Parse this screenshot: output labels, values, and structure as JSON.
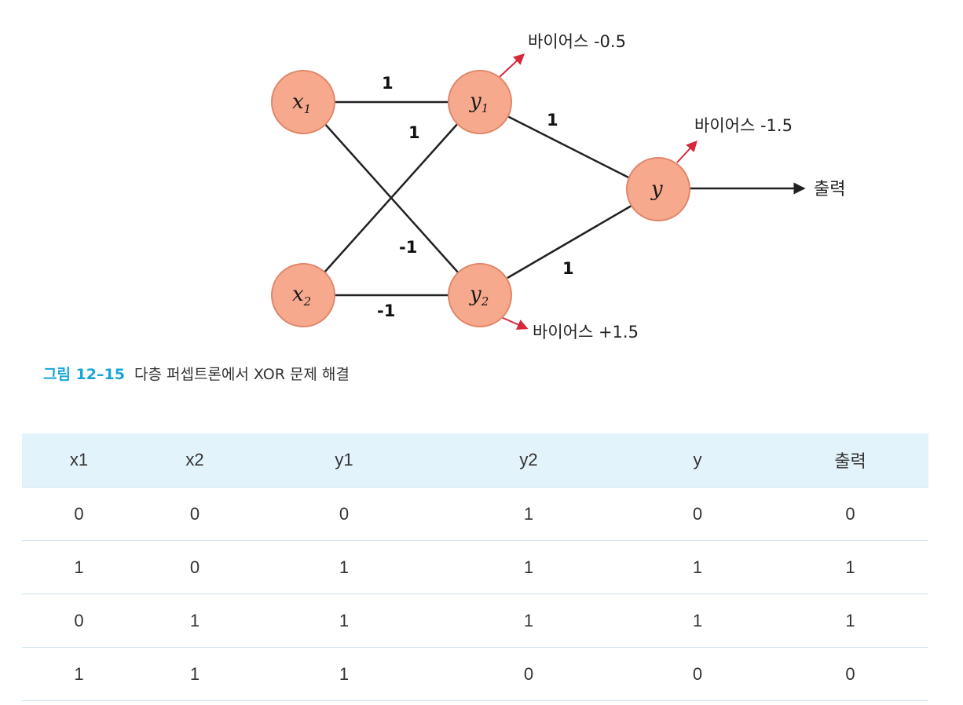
{
  "diagram": {
    "nodes": [
      {
        "id": "x1",
        "label": "x",
        "sub": "1"
      },
      {
        "id": "x2",
        "label": "x",
        "sub": "2"
      },
      {
        "id": "y1",
        "label": "y",
        "sub": "1"
      },
      {
        "id": "y2",
        "label": "y",
        "sub": "2"
      },
      {
        "id": "y",
        "label": "y",
        "sub": ""
      }
    ],
    "weights": {
      "x1_y1": "1",
      "x2_y1": "1",
      "x1_y2": "-1",
      "x2_y2": "-1",
      "y1_y": "1",
      "y2_y": "1"
    },
    "biases": {
      "y1": "바이어스 -0.5",
      "y": "바이어스 -1.5",
      "y2": "바이어스 +1.5"
    },
    "output_label": "출력",
    "colors": {
      "node_fill": "#f7a98d",
      "bias_arrow": "#d6283a",
      "caption_accent": "#19a6d6",
      "table_header": "#e3f3fb"
    }
  },
  "caption": {
    "number": "그림 12–15",
    "text": "다층 퍼셉트론에서 XOR 문제 해결"
  },
  "table": {
    "headers": [
      "x1",
      "x2",
      "y1",
      "y2",
      "y",
      "출력"
    ],
    "rows": [
      [
        "0",
        "0",
        "0",
        "1",
        "0",
        "0"
      ],
      [
        "1",
        "0",
        "1",
        "1",
        "1",
        "1"
      ],
      [
        "0",
        "1",
        "1",
        "1",
        "1",
        "1"
      ],
      [
        "1",
        "1",
        "1",
        "0",
        "0",
        "0"
      ]
    ]
  }
}
